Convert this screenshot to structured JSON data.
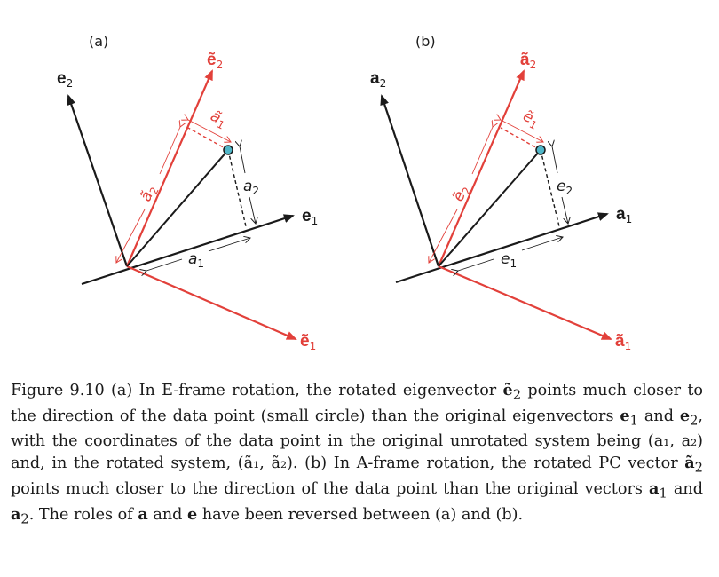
{
  "figure": {
    "panel_a_label": "(a)",
    "panel_b_label": "(b)",
    "colors": {
      "black": "#1a1a1a",
      "red": "#e2403a",
      "point": "#4fb6c8"
    },
    "panel_a": {
      "e2": "e",
      "e2_sub": "2",
      "e1": "e",
      "e1_sub": "1",
      "rot_e2": "ẽ",
      "rot_e2_sub": "2",
      "rot_e1": "ẽ",
      "rot_e1_sub": "1",
      "a1": "a",
      "a1_sub": "1",
      "a2": "a",
      "a2_sub": "2",
      "rot_a1": "ã",
      "rot_a1_sub": "1",
      "rot_a2": "ã",
      "rot_a2_sub": "2"
    },
    "panel_b": {
      "a2": "a",
      "a2_sub": "2",
      "a1": "a",
      "a1_sub": "1",
      "rot_a2": "ã",
      "rot_a2_sub": "2",
      "rot_a1": "ã",
      "rot_a1_sub": "1",
      "e1": "e",
      "e1_sub": "1",
      "e2": "e",
      "e2_sub": "2",
      "rot_e1": "ẽ",
      "rot_e1_sub": "1",
      "rot_e2": "ẽ",
      "rot_e2_sub": "2"
    }
  },
  "caption": {
    "s1": "Figure 9.10 (a) In E-frame rotation, the rotated eigenvector ",
    "b1": "ẽ",
    "b1_sub": "2",
    "s2": " points much closer to the direction of the data point (small circle) than the original eigenvectors ",
    "b2": "e",
    "b2_sub": "1",
    "s3": " and ",
    "b3": "e",
    "b3_sub": "2",
    "s4": ", with the coordinates of the data point in the original unrotated system being (a₁, a₂) and, in the rotated system, (ã₁, ã₂). (b) In A-frame rotation, the rotated PC vector ",
    "b4": "ã",
    "b4_sub": "2",
    "s5": " points much closer to the direction of the data point than the original vectors ",
    "b5": "a",
    "b5_sub": "1",
    "s6": " and ",
    "b6": "a",
    "b6_sub": "2",
    "s7": ". The roles of ",
    "b7": "a",
    "s8": " and ",
    "b8": "e",
    "s9": " have been reversed between (a) and (b)."
  }
}
